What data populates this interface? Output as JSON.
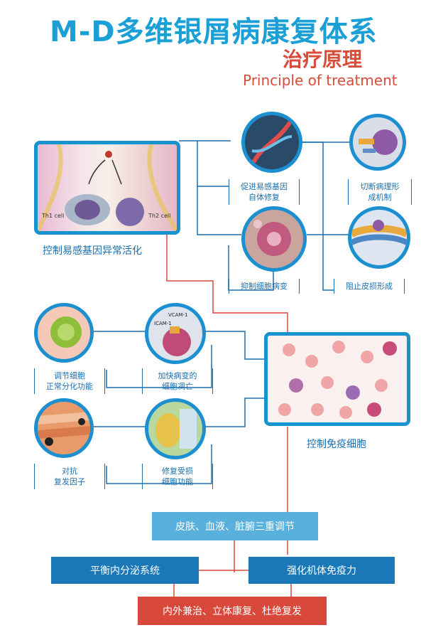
{
  "header": {
    "title": "M-D多维银屑病康复体系",
    "subtitle": "治疗原理",
    "subtitle_en": "Principle of treatment"
  },
  "top_section": {
    "main_caption": "控制易感基因异常活化",
    "main_image_labels": {
      "left_cell": "Th1 cell",
      "right_cell": "Th2 cell"
    },
    "nodes": [
      {
        "label": "促进易感基因\n自体修复",
        "icon": "dna-helix-icon"
      },
      {
        "label": "切断病理形\n成机制",
        "icon": "receptor-cell-icon"
      },
      {
        "label": "抑制细胞病变",
        "icon": "diseased-cell-icon"
      },
      {
        "label": "阻止皮损形成",
        "icon": "cell-membrane-icon"
      }
    ]
  },
  "middle_section": {
    "main_caption": "控制免疫细胞",
    "nodes": [
      {
        "label": "调节细胞\n正常分化功能",
        "icon": "green-cell-icon"
      },
      {
        "label": "加快病变的\n细胞凋亡",
        "icon": "apoptosis-cell-icon",
        "image_labels": [
          "VCAM-1",
          "ICAM-1"
        ]
      },
      {
        "label": "对抗\n复发因子",
        "icon": "skin-layer-icon"
      },
      {
        "label": "修复受损\n细胞功能",
        "icon": "organelle-cell-icon"
      }
    ]
  },
  "bottom_section": {
    "regulate": "皮肤、血液、脏腑三重调节",
    "left": "平衡内分泌系统",
    "right": "强化机体免疫力",
    "final": "内外兼治、立体康复、杜绝复发"
  },
  "colors": {
    "title_blue": "#1a9fd6",
    "accent_red": "#d94b3a",
    "frame_blue": "#1793cf",
    "bar_light_blue": "#5ab0dc",
    "bar_dark_blue": "#1a78b8",
    "bar_red": "#d9493b",
    "connector_red": "#d9493b",
    "connector_blue": "#1a6fae"
  }
}
